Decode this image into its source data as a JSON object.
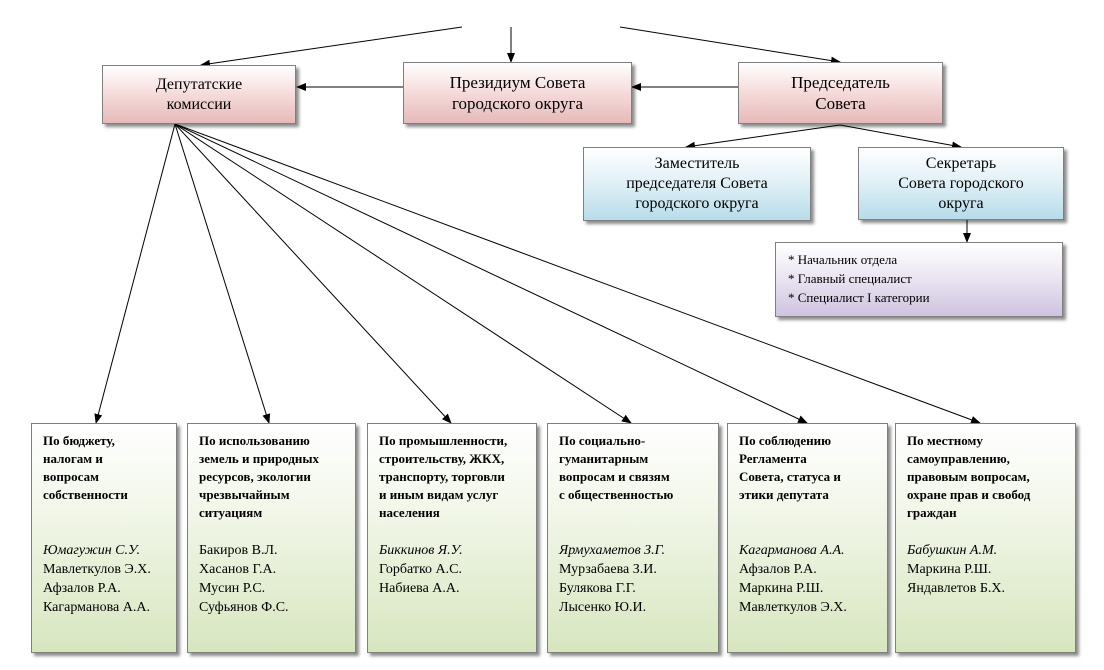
{
  "top": {
    "deputy_commissions": "Депутатские\nкомиссии",
    "presidium": "Президиум Совета\nгородского округа",
    "chairman": "Председатель\nСовета"
  },
  "second": {
    "deputy_chairman": "Заместитель\nпредседателя Совета\nгородского округа",
    "secretary": "Секретарь\nСовета городского\nокруга"
  },
  "staff": [
    "* Начальник отдела",
    "* Главный специалист",
    "* Специалист I категории"
  ],
  "commissions": [
    {
      "title": "По бюджету,\nналогам и\nвопросам\nсобственности",
      "chair": "Юмагужин С.У.",
      "members": [
        "Мавлеткулов Э.Х.",
        "Афзалов Р.А.",
        "Кагарманова А.А."
      ]
    },
    {
      "title": "По использованию\nземель и природных\nресурсов, экологии\nчрезвычайным\nситуациям",
      "chair": "",
      "members": [
        "Бакиров В.Л.",
        "Хасанов Г.А.",
        "Мусин Р.С.",
        "Суфьянов Ф.С."
      ]
    },
    {
      "title": "По промышленности,\nстроительству, ЖКХ,\nтранспорту, торговли\nи иным видам услуг\nнаселения",
      "chair": "Биккинов Я.У.",
      "members": [
        "Горбатко А.С.",
        "Набиева А.А."
      ]
    },
    {
      "title": "По социально-\nгуманитарным\nвопросам и связям\nс общественностью",
      "chair": "Ярмухаметов З.Г.",
      "members": [
        "Мурзабаева З.И.",
        "Булякова Г.Г.",
        "Лысенко Ю.И."
      ]
    },
    {
      "title": "По соблюдению\nРегламента\nСовета, статуса и\nэтики депутата",
      "chair": "Кагарманова А.А.",
      "members": [
        "Афзалов Р.А.",
        "Маркина Р.Ш.",
        "Мавлеткулов Э.Х."
      ]
    },
    {
      "title": "По местному\nсамоуправлению,\nправовым вопросам,\nохране прав и свобод\nграждан",
      "chair": "Бабушкин А.М.",
      "members": [
        "Маркина Р.Ш.",
        "Яндавлетов Б.Х."
      ]
    }
  ]
}
